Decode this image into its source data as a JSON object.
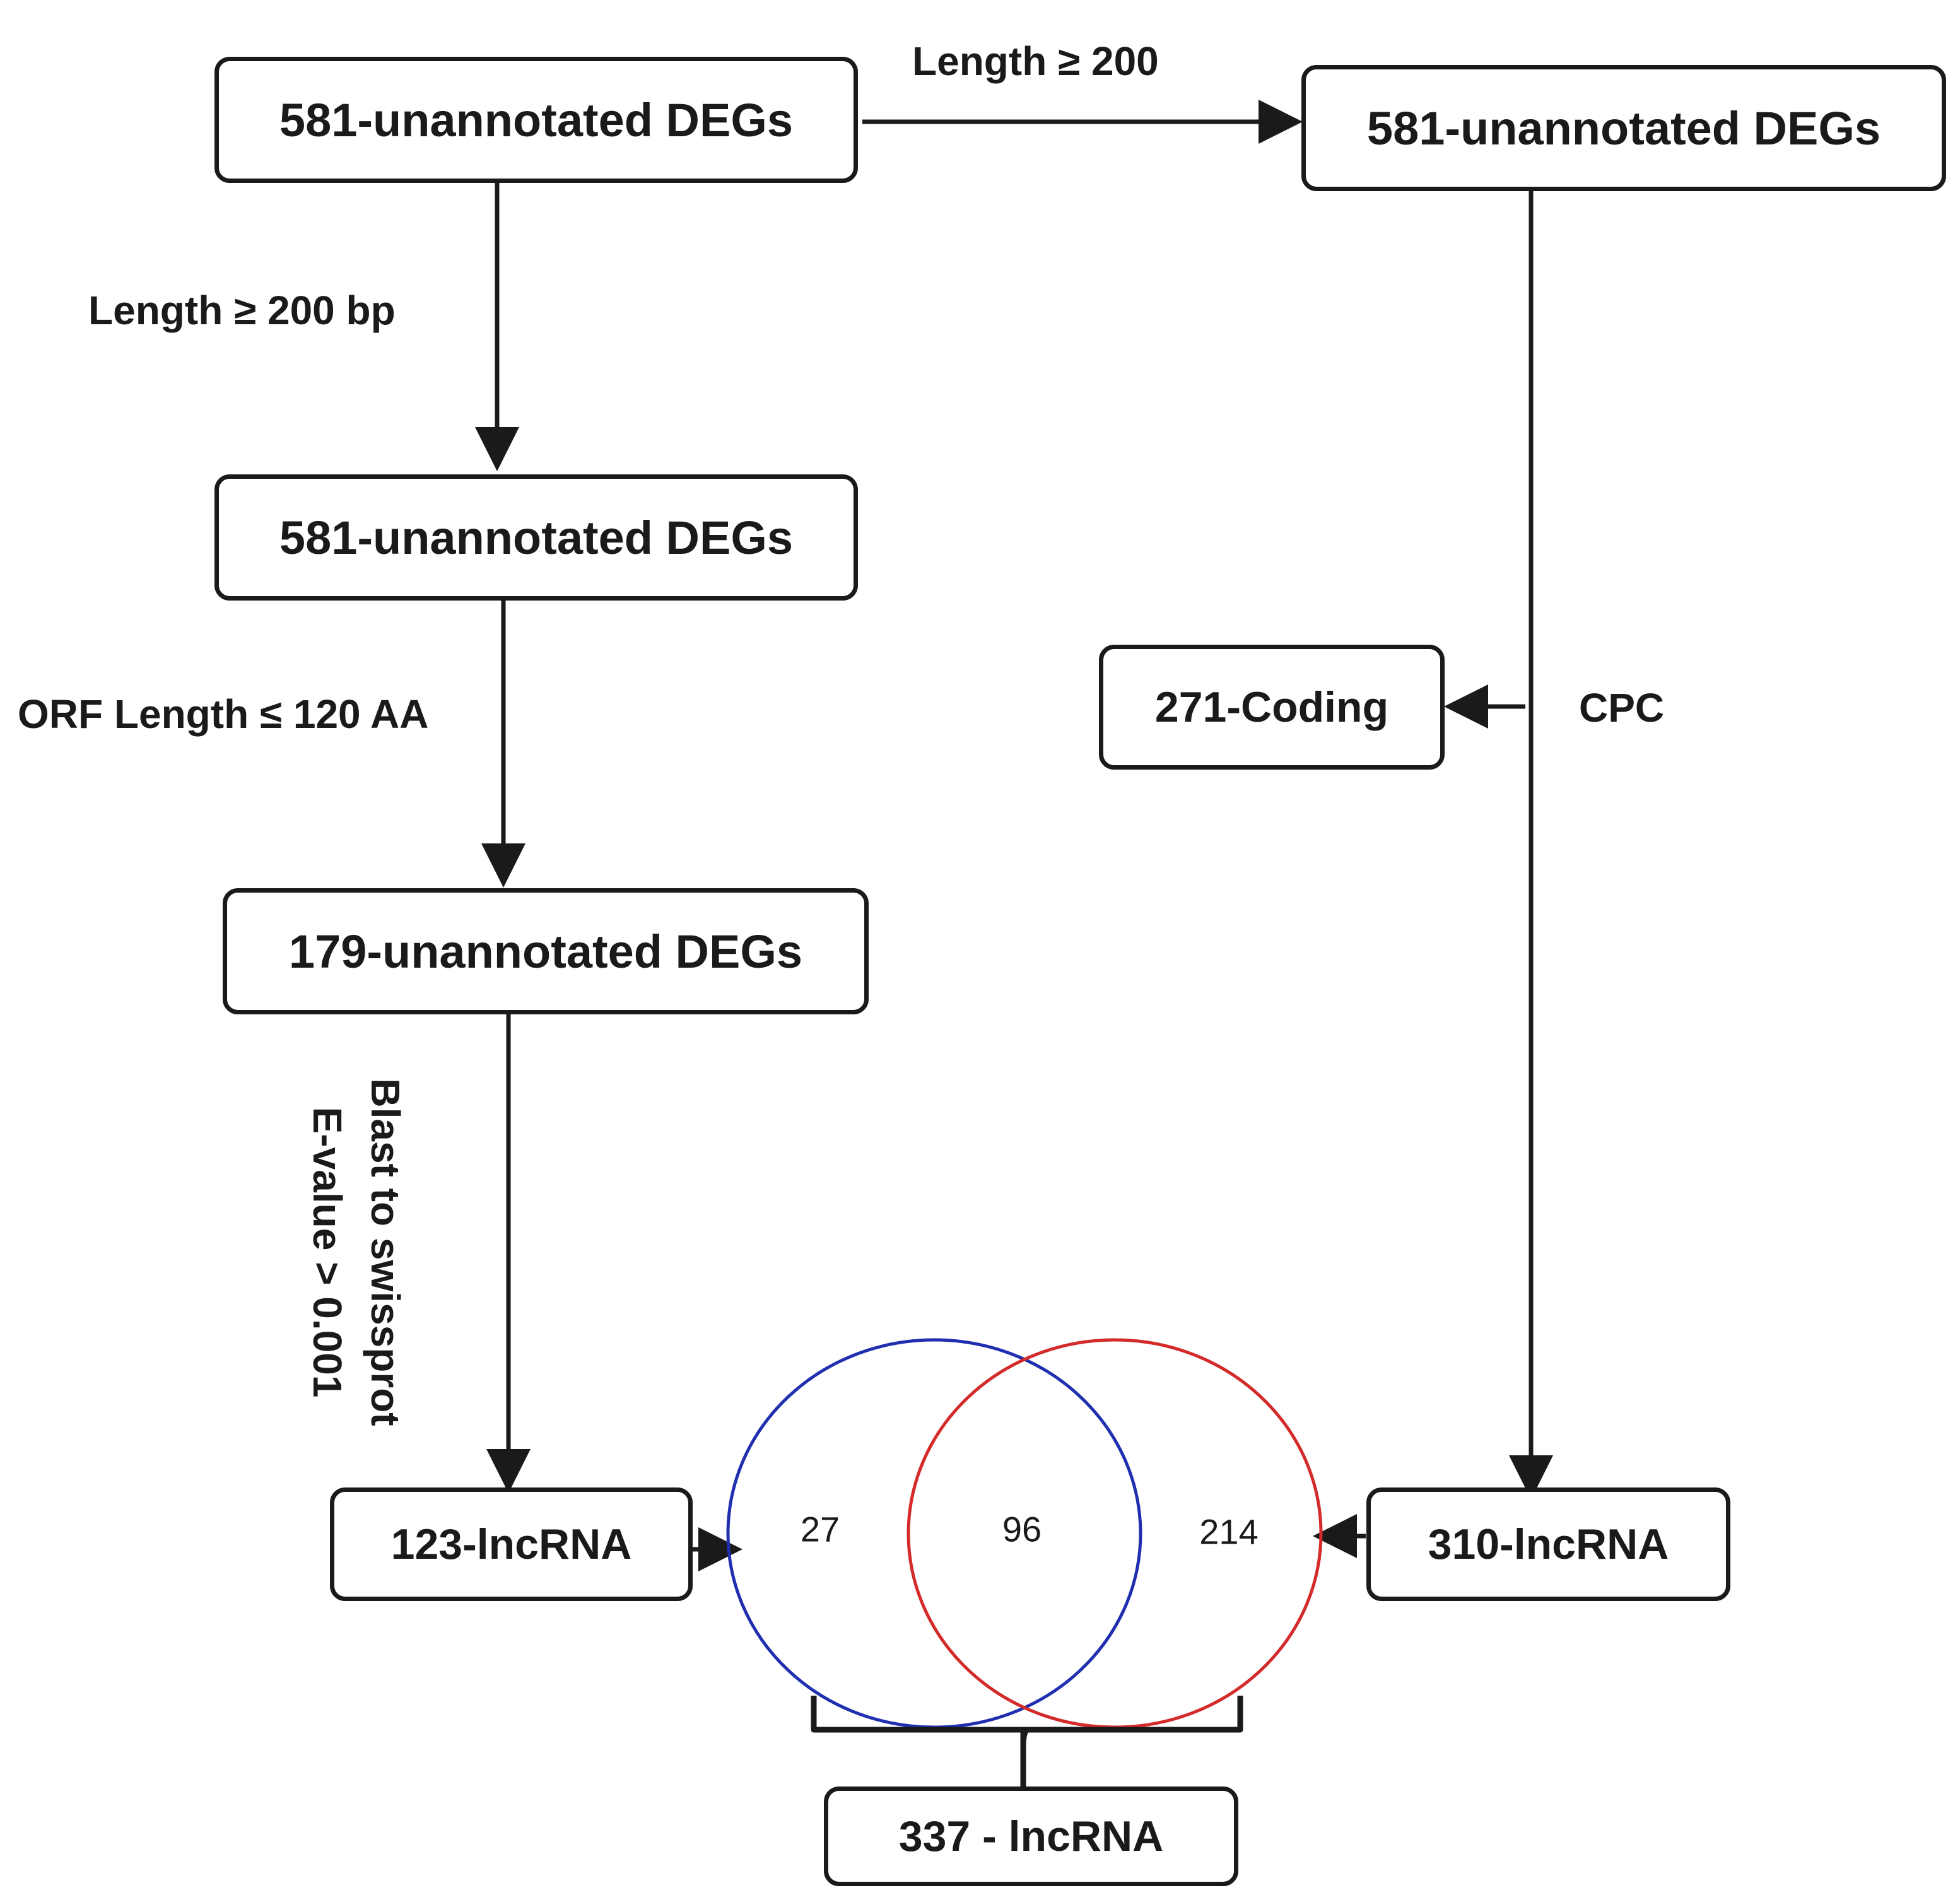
{
  "boxes": {
    "top_left": "581-unannotated DEGs",
    "top_right": "581-unannotated DEGs",
    "mid_left": "581-unannotated DEGs",
    "left_179": "179-unannotated DEGs",
    "coding": "271-Coding",
    "lnc_123": "123-lncRNA",
    "lnc_310": "310-lncRNA",
    "lnc_337": "337 - lncRNA"
  },
  "edge_labels": {
    "length_200": "Length ≥ 200",
    "length_200_bp": "Length ≥ 200 bp",
    "orf_length": "ORF Length ≤ 120 AA",
    "cpc": "CPC",
    "blast_line1": "Blast to swissprot",
    "blast_line2": "E-value > 0.001"
  },
  "venn": {
    "left_only": "27",
    "overlap": "96",
    "right_only": "214",
    "left_color": "#1f2fb0",
    "right_color": "#d42a2a"
  }
}
